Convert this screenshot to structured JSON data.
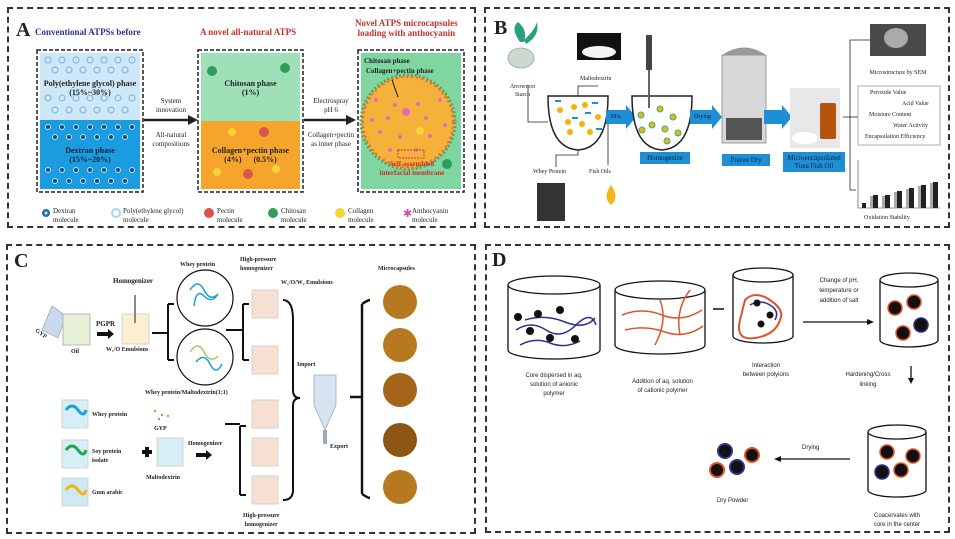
{
  "panel_a": {
    "label": "A",
    "heading_left": "Conventional ATPSs before",
    "heading_middle": "A novel all-natural ATPS",
    "heading_right_1": "Novel ATPS microcapsules",
    "heading_right_2": "loading with anthocyanin",
    "peg_phase_1": "Poly(ethylene glycol) phase",
    "peg_phase_2": "(15%~30%)",
    "dextran_phase_1": "Dextran phase",
    "dextran_phase_2": "(15%~20%)",
    "arrow1_top_1": "System",
    "arrow1_top_2": "innovation",
    "arrow1_bottom_1": "All-natural",
    "arrow1_bottom_2": "compositions",
    "chitosan_phase_1": "Chitosan phase",
    "chitosan_phase_2": "(1%)",
    "collagen_phase_1": "Collagen+pectin phase",
    "collagen_phase_2": "(4%)      (0.5%)",
    "arrow2_top_1": "Electrospray",
    "arrow2_top_2": "pH 6",
    "arrow2_bottom_1": "Collagen+pectin",
    "arrow2_bottom_2": "as inner phase",
    "capsule_chitosan": "Chitosan phase",
    "capsule_collagen": "Collagen+pectin phase",
    "membrane_1": "Self-assembled",
    "membrane_2": "interfacial membrane",
    "legend": [
      {
        "l1": "Dextran",
        "l2": "molecule",
        "color": "#1f6fb0"
      },
      {
        "l1": "Poly(ethylene glycol)",
        "l2": "molecule",
        "color": "#a9d4f2"
      },
      {
        "l1": "Pectin",
        "l2": "molecule",
        "color": "#d9534f"
      },
      {
        "l1": "Chitosan",
        "l2": "molecule",
        "color": "#2e9e5b"
      },
      {
        "l1": "Collagen",
        "l2": "molecule",
        "color": "#f2d637"
      },
      {
        "l1": "Anthocyanin",
        "l2": "molecule",
        "color": "#d64bb0"
      }
    ],
    "colors": {
      "blue_heading": "#2a3590",
      "red_heading": "#c8302b",
      "peg": "#cfe8f8",
      "dextran": "#1b9be0",
      "chitosan": "#9fe0b9",
      "collagen": "#f7a42c"
    }
  },
  "panel_b": {
    "label": "B",
    "arrowroot": "Arrowroot Starch",
    "maltodextrin": "Maltodextrin",
    "whey": "Whey Protein",
    "fish_oils": "Fish Oils",
    "mix": "Mix",
    "homogenize": "Homogenize",
    "drying": "Drying",
    "freeze_dry": "Freeze Dry",
    "product_1": "Microencapsulated",
    "product_2": "Tuna Fish Oil",
    "sem": "Microstructure by SEM",
    "tests": [
      "Peroxide Value",
      "Acid Value",
      "Moisture Content",
      "Water Activity",
      "Encapsulation Efficiency"
    ],
    "oxidation": "Oxidation Stability",
    "accent": "#1e8fd6"
  },
  "panel_c": {
    "label": "C",
    "gyp": "GYP",
    "oil": "Oil",
    "pgpr": "PGPR",
    "homogenizer": "Homogenizer",
    "w1o": "W₁/O Emulsions",
    "whey_protein": "Whey protein",
    "whey_malto": "Whey protein/Maltodextrin(1:1)",
    "hp_homog_1": "High-pressure",
    "hp_homog_2": "homogenizer",
    "w1ow2": "W₁/O/W₂ Emulsions",
    "import": "Import",
    "export": "Export",
    "microcapsules": "Microcapsules",
    "wall_whey": "Whey protein",
    "wall_soy_1": "Soy protein",
    "wall_soy_2": "isolate",
    "wall_gum": "Gum arabic",
    "gyp2": "GYP",
    "maltodextrin": "Maltodextrin",
    "homogenizer2": "Homogenizer",
    "hp_bottom_1": "High-pressure",
    "hp_bottom_2": "homogenizer"
  },
  "panel_d": {
    "label": "D",
    "step1_1": "Core dispersed in aq.",
    "step1_2": "solution of anionic",
    "step1_3": "polymer",
    "step2_1": "Addition of aq. solution",
    "step2_2": "of cationic polymer",
    "step3_1": "Interaction",
    "step3_2": "between polyions",
    "change_1": "Change of pH,",
    "change_2": "temperature or",
    "change_3": "addition of salt",
    "harden_1": "Hardening/Cross",
    "harden_2": "linking",
    "coac_1": "Coacervates with",
    "coac_2": "core in the center",
    "drying": "Drying",
    "dry_powder": "Dry Powder",
    "colors": {
      "anionic": "#2b2f8f",
      "cationic": "#e2522a"
    }
  }
}
